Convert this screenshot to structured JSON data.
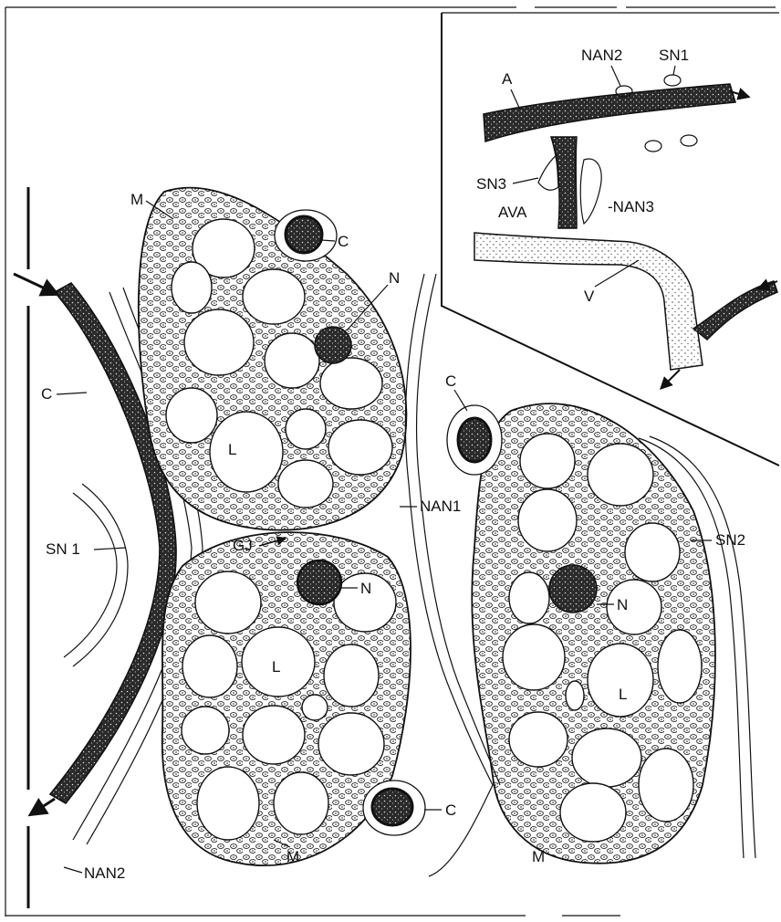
{
  "figure": {
    "description_labels": {
      "main": {
        "M_top": "M",
        "C_top": "C",
        "N_top": "N",
        "L_top": "L",
        "C_left": "C",
        "SN1": "SN 1",
        "GJ": "GJ",
        "N_mid": "N",
        "L_mid": "L",
        "NAN1": "NAN1",
        "C_mid": "C",
        "SN2": "SN2",
        "N_right": "N",
        "L_right": "L",
        "C_bottom": "C",
        "M_bottom": "M",
        "M_right": "M",
        "NAN2": "NAN2"
      },
      "inset": {
        "A": "A",
        "NAN2": "NAN2",
        "SN1": "SN1",
        "SN3": "SN3",
        "AVA": "AVA",
        "NAN3": "-NAN3",
        "V": "V"
      }
    }
  }
}
